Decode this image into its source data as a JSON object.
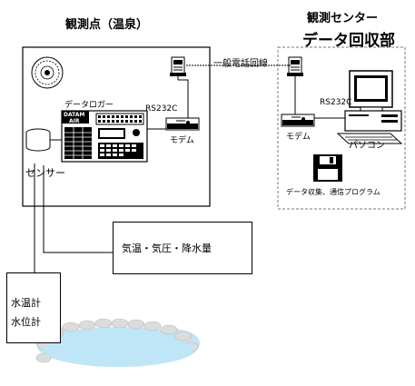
{
  "site": {
    "title": "観測点（温泉）",
    "logger_label": "データロガー",
    "rs232c_label": "RS232C",
    "modem_label": "モデム",
    "sensor_label": "センサー",
    "weather_label": "気温・気圧・降水量",
    "water_label_1": "水温計",
    "water_label_2": "水位計",
    "logger_brand_1": "DATAM",
    "logger_brand_2": "AIR"
  },
  "center": {
    "title": "観測センター",
    "subtitle": "データ回収部",
    "phone_line_label": "一般電話回線",
    "rs232c_label": "RS232C",
    "modem_label": "モデム",
    "pc_label": "パソコン",
    "software_label": "データ収集、通信プログラム"
  },
  "colors": {
    "water": "#bfe6f6",
    "stone": "#d8d8d8"
  }
}
